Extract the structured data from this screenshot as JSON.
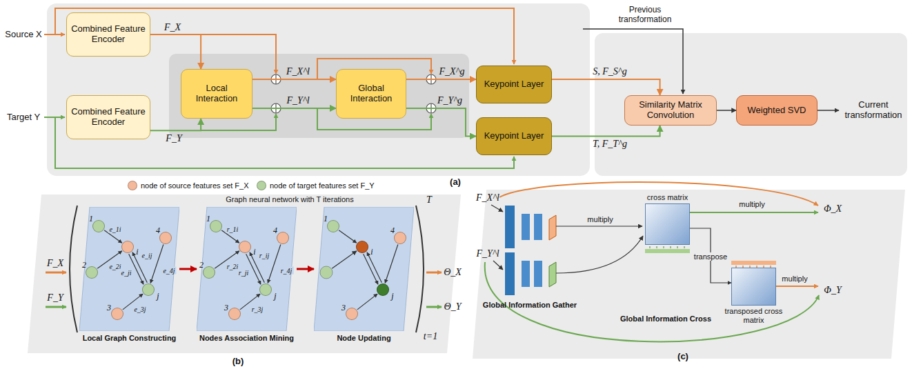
{
  "diagram": {
    "nodes": [
      {
        "text": [
          "Combined Feature Encoder"
        ]
      },
      {
        "text": [
          "Combined Feature Encoder"
        ]
      },
      {
        "text": [
          "Local Interaction"
        ]
      },
      {
        "text": [
          "Global Interaction"
        ]
      },
      {
        "text": [
          "Keypoint Layer"
        ]
      },
      {
        "text": [
          "Keypoint Layer"
        ]
      },
      {
        "text": [
          "Similarity Matrix Convolution"
        ]
      },
      {
        "text": [
          "Weighted SVD"
        ]
      },
      {
        "text": [
          "Local Graph Constructing"
        ]
      },
      {
        "text": [
          "1"
        ],
        "in": 8
      },
      {
        "text": [
          "i"
        ],
        "in": 8
      },
      {
        "text": [
          "4"
        ],
        "in": 8
      },
      {
        "text": [
          "2"
        ],
        "in": 8
      },
      {
        "text": [
          "j"
        ],
        "in": 8
      },
      {
        "text": [
          "3"
        ],
        "in": 8
      },
      {
        "text": [
          "Nodes Association Mining"
        ]
      },
      {
        "text": [
          "1"
        ],
        "in": 15
      },
      {
        "text": [
          "i"
        ],
        "in": 15
      },
      {
        "text": [
          "4"
        ],
        "in": 15
      },
      {
        "text": [
          "2"
        ],
        "in": 15
      },
      {
        "text": [
          "j"
        ],
        "in": 15
      },
      {
        "text": [
          "3"
        ],
        "in": 15
      },
      {
        "text": [
          "Node Updating"
        ]
      },
      {
        "text": [
          "1"
        ],
        "in": 22
      },
      {
        "text": [
          "i"
        ],
        "in": 22
      },
      {
        "text": [
          "4"
        ],
        "in": 22
      },
      {
        "text": [
          "j"
        ],
        "in": 22
      },
      {
        "text": [
          "3"
        ],
        "in": 22
      },
      {
        "text": [
          "cross matrix"
        ]
      },
      {
        "text": [
          "transposed cross matrix"
        ]
      }
    ],
    "edges": [
      {
        "from": 0,
        "to": 2,
        "arrow": "to",
        "label": "F_X"
      },
      {
        "from": 1,
        "to": 2,
        "arrow": "to",
        "label": "F_Y"
      },
      {
        "from": 2,
        "to": 3,
        "arrow": "to",
        "label": "F_X^l"
      },
      {
        "from": 2,
        "to": 3,
        "arrow": "to",
        "label": "F_Y^l"
      },
      {
        "from": 3,
        "to": 4,
        "arrow": "to",
        "label": "F_X^g"
      },
      {
        "from": 3,
        "to": 5,
        "arrow": "to",
        "label": "F_Y^g"
      },
      {
        "from": 4,
        "to": 6,
        "arrow": "to",
        "label": "S, F_S^g"
      },
      {
        "from": 5,
        "to": 6,
        "arrow": "to",
        "label": "T, F_T^g"
      },
      {
        "from": 6,
        "to": 7,
        "arrow": "to"
      },
      {
        "from": 8,
        "to": 15,
        "arrow": "to"
      },
      {
        "from": 15,
        "to": 22,
        "arrow": "to"
      },
      {
        "from": 9,
        "to": 10,
        "arrow": "to",
        "label": "e_1i"
      },
      {
        "from": 12,
        "to": 10,
        "arrow": "to",
        "label": "e_2i"
      },
      {
        "from": 13,
        "to": 10,
        "arrow": "to",
        "label": "e_ji"
      },
      {
        "from": 10,
        "to": 13,
        "arrow": "to",
        "label": "e_ij"
      },
      {
        "from": 11,
        "to": 13,
        "arrow": "to",
        "label": "e_4j"
      },
      {
        "from": 14,
        "to": 13,
        "arrow": "to",
        "label": "e_3j"
      },
      {
        "from": 16,
        "to": 17,
        "arrow": "to",
        "label": "r_1i"
      },
      {
        "from": 19,
        "to": 17,
        "arrow": "to",
        "label": "r_2i"
      },
      {
        "from": 20,
        "to": 17,
        "arrow": "to",
        "label": "r_ji"
      },
      {
        "from": 17,
        "to": 20,
        "arrow": "to",
        "label": "r_ij"
      },
      {
        "from": 18,
        "to": 20,
        "arrow": "to",
        "label": "r_4j"
      },
      {
        "from": 21,
        "to": 20,
        "arrow": "to",
        "label": "r_3j"
      },
      {
        "from": 23,
        "to": 24,
        "arrow": "to"
      },
      {
        "from": 26,
        "to": 24,
        "arrow": "to"
      },
      {
        "from": 24,
        "to": 26,
        "arrow": "to"
      },
      {
        "from": 25,
        "to": 26,
        "arrow": "to"
      },
      {
        "from": 27,
        "to": 26,
        "arrow": "to"
      },
      {
        "from": 28,
        "to": 29,
        "arrow": "to",
        "label": "transpose"
      }
    ],
    "labels": [
      "Source X",
      "Target Y",
      "Previous transformation",
      "Current transformation",
      "(a)",
      "Graph neural network with T iterations",
      "T",
      "t=1",
      "F_X",
      "F_Y",
      "Θ_X",
      "Θ_Y",
      "(b)",
      "F_X^l",
      "F_Y^l",
      "Global Information Gather",
      "multiply",
      "multiply",
      "multiply",
      "Global Information Cross",
      "Φ_X",
      "Φ_Y",
      "(c)"
    ],
    "legend": [
      {
        "text": "node of source features set F_X",
        "color": "#f4b99a"
      },
      {
        "text": "node of target features set F_Y",
        "color": "#b5d3a0"
      }
    ]
  }
}
